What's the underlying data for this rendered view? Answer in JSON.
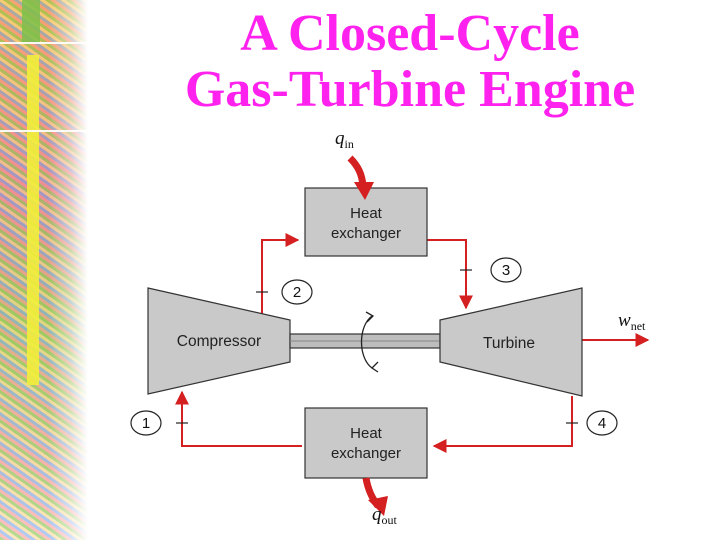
{
  "title": {
    "line1": "A Closed-Cycle",
    "line2": "Gas-Turbine Engine"
  },
  "diagram": {
    "heat_exchanger_top": {
      "line1": "Heat",
      "line2": "exchanger"
    },
    "heat_exchanger_bottom": {
      "line1": "Heat",
      "line2": "exchanger"
    },
    "compressor": "Compressor",
    "turbine": "Turbine",
    "q_in": {
      "symbol": "q",
      "sub": "in"
    },
    "q_out": {
      "symbol": "q",
      "sub": "out"
    },
    "w_net": {
      "symbol": "w",
      "sub": "net"
    },
    "states": [
      "1",
      "2",
      "3",
      "4"
    ]
  },
  "colors": {
    "title": "#ff22ee",
    "flow_line": "#d42020",
    "component_fill": "#c9c9c9",
    "component_stroke": "#333333"
  }
}
